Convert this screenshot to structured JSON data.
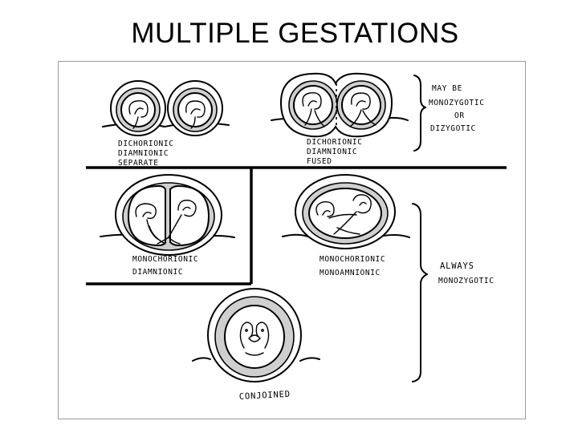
{
  "title": "MULTIPLE GESTATIONS",
  "labels": {
    "dichorionic_separate": [
      "DICHORIONIC",
      "DIAMNIONIC",
      "SEPARATE"
    ],
    "dichorionic_fused": [
      "DICHORIONIC",
      "DIAMNIONIC",
      "FUSED"
    ],
    "monochorionic_diamnionic": [
      "MONOCHORIONIC",
      "DIAMNIONIC"
    ],
    "monochorionic_monoamnionic": [
      "MONOCHORIONIC",
      "MONOAMNIONIC"
    ],
    "conjoined": "CONJOINED"
  },
  "notes": {
    "may_be": [
      "MAY BE",
      "MONOZYGOTIC",
      "OR",
      "DIZYGOTIC"
    ],
    "always": [
      "ALWAYS",
      "MONOZYGOTIC"
    ]
  }
}
